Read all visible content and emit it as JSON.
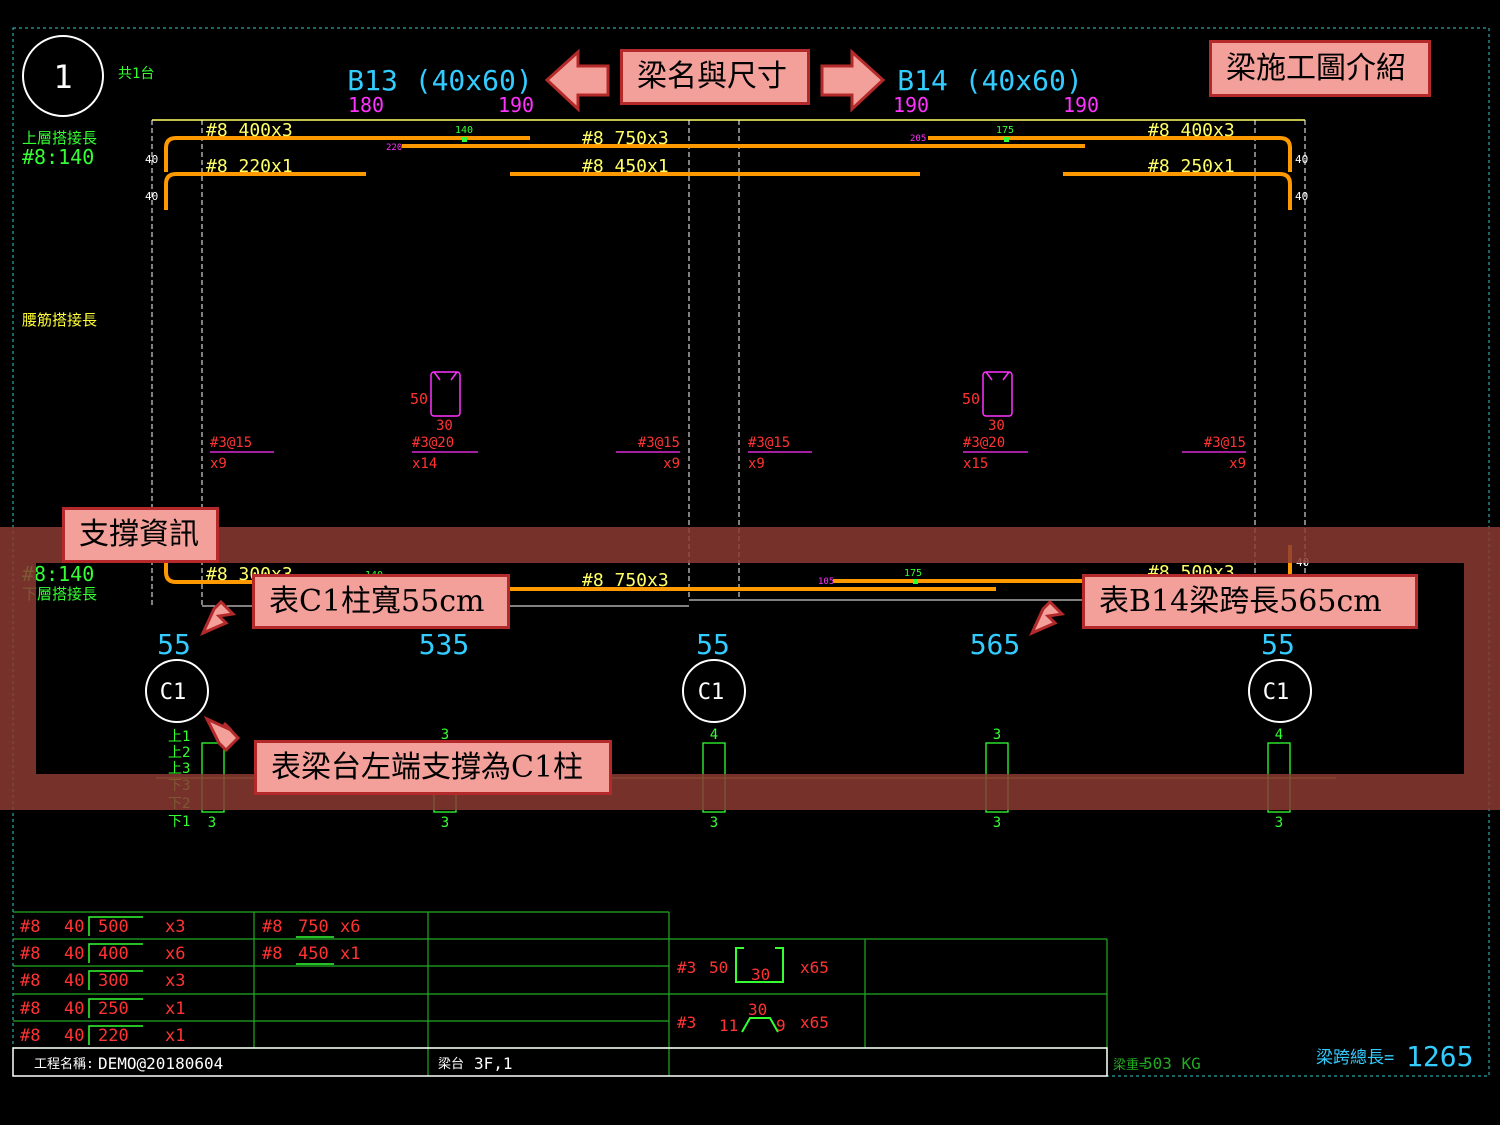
{
  "drawing": {
    "circle_number": "1",
    "count_label": "共1台",
    "top_lap_label": "上層搭接長",
    "top_lap_value": "#8:140",
    "waist_lap_label": "腰筋搭接長",
    "bottom_lap_value": "#8:140",
    "bottom_lap_label": "下層搭接長",
    "beams": [
      {
        "name": "B13 (40x60)",
        "left_len": "180",
        "right_len": "190"
      },
      {
        "name": "B14 (40x60)",
        "left_len": "190",
        "right_len": "190"
      }
    ],
    "top_bars": [
      {
        "label": "#8 400x3"
      },
      {
        "label": "#8 750x3"
      },
      {
        "label": "#8 400x3"
      },
      {
        "label": "#8 220x1"
      },
      {
        "label": "#8 450x1"
      },
      {
        "label": "#8 250x1"
      }
    ],
    "small_dims": {
      "d140": "140",
      "d220": "220",
      "d205": "205",
      "d175": "175",
      "d40": "40",
      "d105": "105"
    },
    "stirrups": [
      {
        "spec": "#3@15",
        "count": "x9"
      },
      {
        "spec": "#3@20",
        "count": "x14"
      },
      {
        "spec": "#3@15",
        "count": "x9"
      },
      {
        "spec": "#3@15",
        "count": "x9"
      },
      {
        "spec": "#3@20",
        "count": "x15"
      },
      {
        "spec": "#3@15",
        "count": "x9"
      }
    ],
    "stirrup_shape": {
      "height": "50",
      "width": "30"
    },
    "bottom_bars": [
      {
        "label": "#8 300x3"
      },
      {
        "label": "#8 750x3"
      },
      {
        "label": "#8 500x3"
      }
    ],
    "bottom_dim_140": "140",
    "spans": [
      "55",
      "535",
      "55",
      "565",
      "55"
    ],
    "columns": [
      "C1",
      "C1",
      "C1"
    ],
    "level_labels": [
      "上1",
      "上2",
      "上3",
      "下3",
      "下2",
      "下1"
    ],
    "support_counts_top": [
      "3",
      "4",
      "3",
      "4"
    ],
    "support_counts_bottom": [
      "3",
      "3",
      "3",
      "3",
      "3"
    ]
  },
  "table": {
    "left_rows": [
      {
        "bar": "#8",
        "hook": "40",
        "len": "500",
        "qty": "x3"
      },
      {
        "bar": "#8",
        "hook": "40",
        "len": "400",
        "qty": "x6"
      },
      {
        "bar": "#8",
        "hook": "40",
        "len": "300",
        "qty": "x3"
      },
      {
        "bar": "#8",
        "hook": "40",
        "len": "250",
        "qty": "x1"
      },
      {
        "bar": "#8",
        "hook": "40",
        "len": "220",
        "qty": "x1"
      }
    ],
    "mid_rows": [
      {
        "bar": "#8",
        "len": "750",
        "qty": "x6"
      },
      {
        "bar": "#8",
        "len": "450",
        "qty": "x1"
      }
    ],
    "stirrup_rows": [
      {
        "bar": "#3",
        "h": "50",
        "w": "30",
        "qty": "x65"
      },
      {
        "bar": "#3",
        "a": "11",
        "w": "30",
        "b": "9",
        "qty": "x65"
      }
    ],
    "project_label": "工程名稱:",
    "project_value": "DEMO@20180604",
    "beam_label": "梁台",
    "beam_value": "3F,1",
    "weight_label": "梁重=",
    "weight_value": "503 KG",
    "total_label": "梁跨總長=",
    "total_value": "1265"
  },
  "callouts": {
    "title": "梁施工圖介紹",
    "beam_name_size": "梁名與尺寸",
    "support_info": "支撐資訊",
    "c1_width": "表C1柱寬55cm",
    "b14_span": "表B14梁跨長565cm",
    "left_support": "表梁台左端支撐為C1柱"
  },
  "colors": {
    "background": "#000000",
    "rebar": "#ff9900",
    "cyan": "#33ccff",
    "green": "#33ff33",
    "yellow": "#ffff33",
    "red": "#ff3333",
    "magenta": "#ff33ff",
    "callout_fill": "#f3a09a",
    "callout_border": "#b42a2a",
    "highlight_band": "#8b3a33"
  }
}
